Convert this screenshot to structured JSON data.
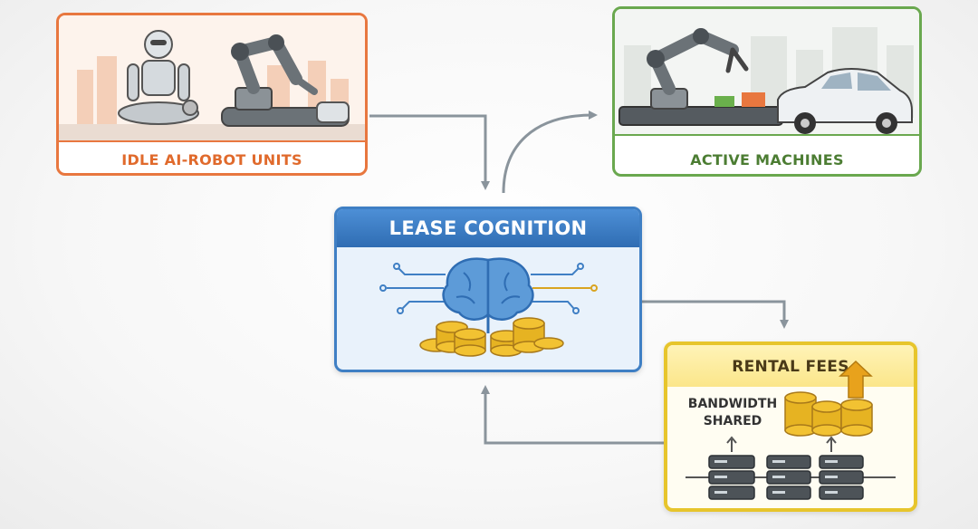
{
  "nodes": {
    "idle": {
      "label": "IDLE AI-ROBOT UNITS",
      "color": "#e8773f"
    },
    "active": {
      "label": "ACTIVE MACHINES",
      "color": "#6aa84f"
    },
    "lease": {
      "title": "LEASE COGNITION",
      "color": "#3f7fc4"
    },
    "rental": {
      "title": "RENTAL FEES",
      "subtitle": "BANDWIDTH SHARED",
      "color": "#e7c52c"
    }
  },
  "icons": [
    "robot-icon",
    "robotic-arm-icon",
    "car-icon",
    "brain-icon",
    "coins-icon",
    "server-icon",
    "up-arrow-icon"
  ],
  "edges": [
    {
      "from": "idle",
      "to": "lease"
    },
    {
      "from": "lease",
      "to": "active"
    },
    {
      "from": "lease",
      "to": "rental"
    },
    {
      "from": "rental",
      "to": "lease"
    }
  ]
}
